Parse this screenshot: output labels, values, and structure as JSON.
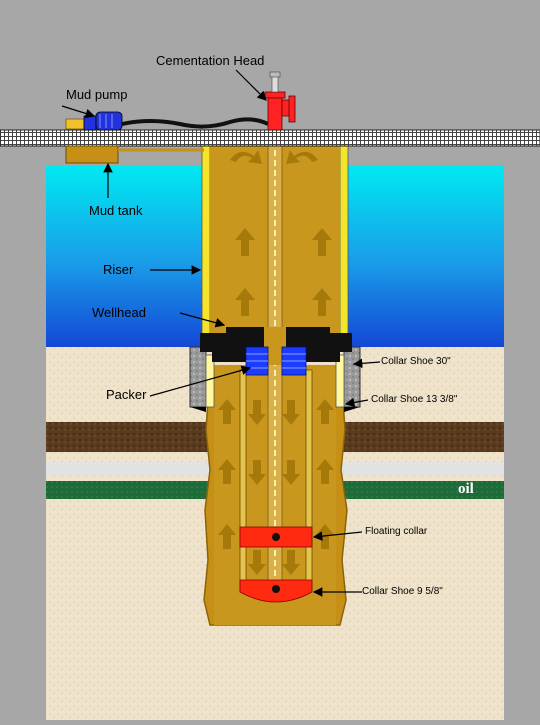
{
  "labels": {
    "cementation_head": "Cementation Head",
    "mud_pump": "Mud pump",
    "mud_tank": "Mud tank",
    "riser": "Riser",
    "wellhead": "Wellhead",
    "packer": "Packer",
    "collar_shoe_30": "Collar Shoe 30\"",
    "collar_shoe_13": "Collar Shoe 13 3/8\"",
    "oil": "oil",
    "floating_collar": "Floating collar",
    "collar_shoe_9": "Collar Shoe 9 5/8\""
  },
  "colors": {
    "background": "#a7a7a7",
    "sea_top": "#00e6f0",
    "sea_bottom": "#1050d8",
    "seabed_sand": "#f0e4cc",
    "rock_brown": "#5a3a1e",
    "oil_layer": "#1f6b3a",
    "mud": "#c9961e",
    "casing_yellow": "#f5e62e",
    "cement_plug": "#ff2a10",
    "packer_blue": "#1c3cff",
    "pump_blue": "#2233dd"
  }
}
